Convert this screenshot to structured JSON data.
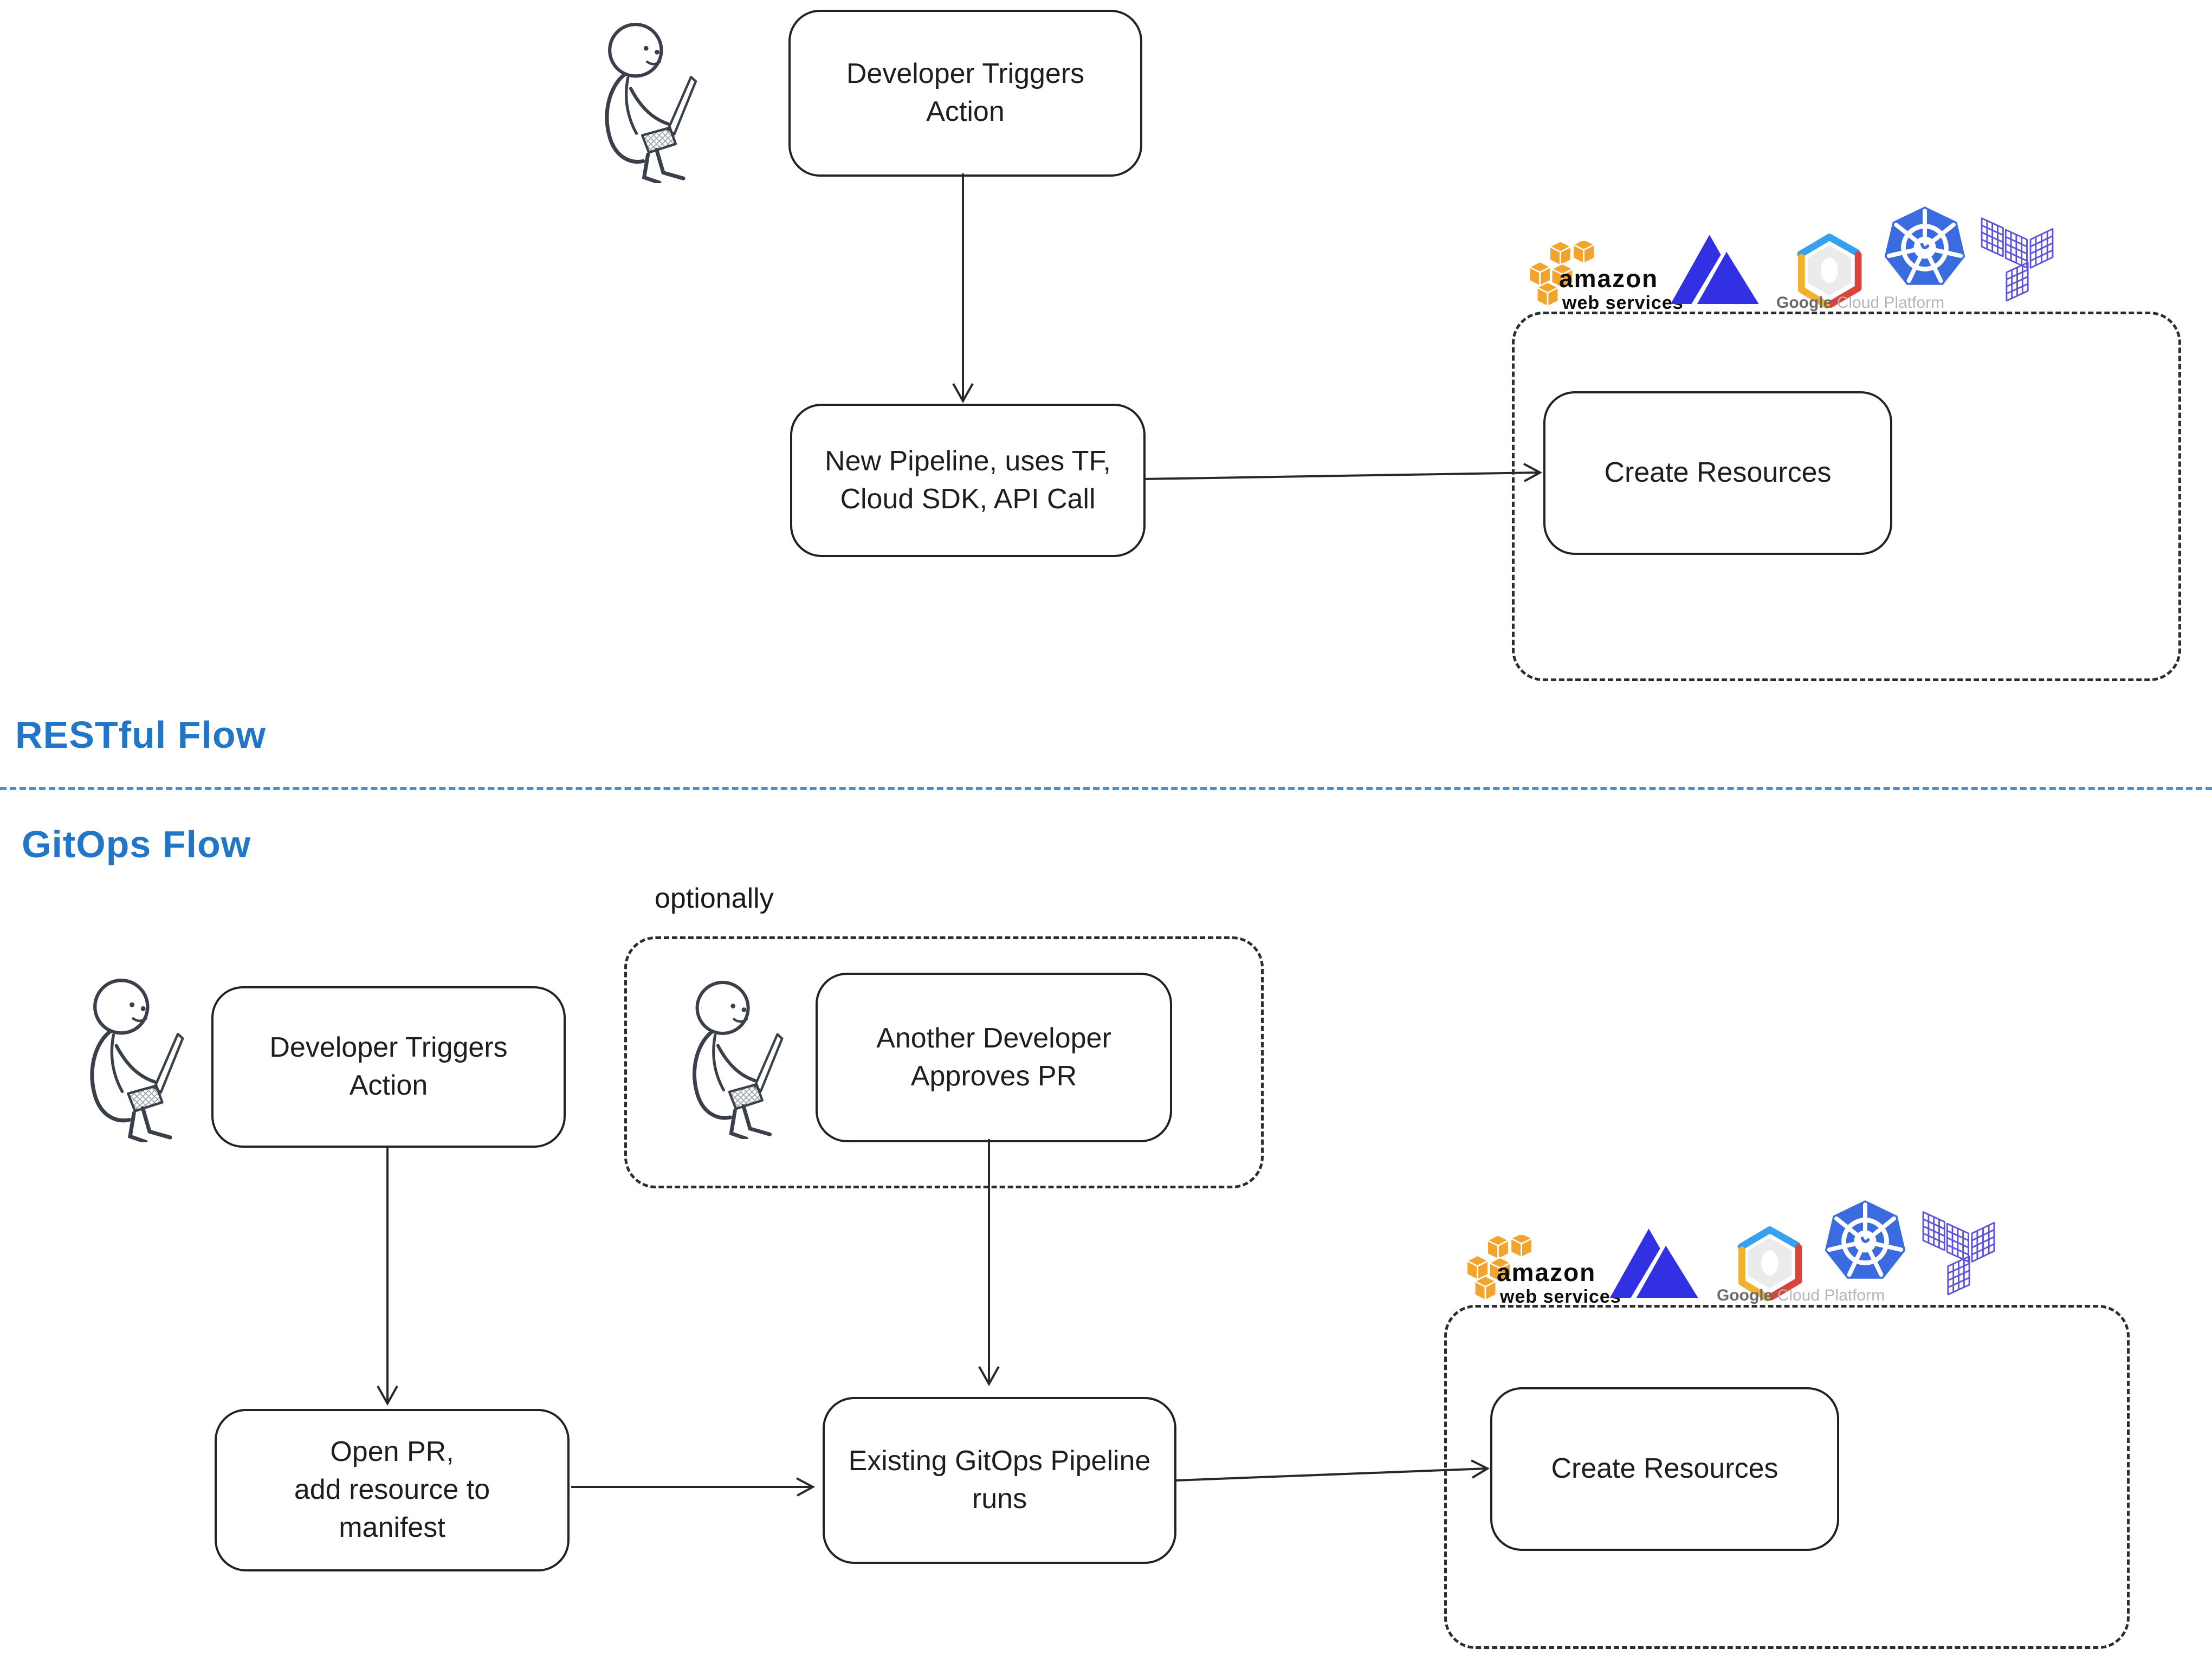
{
  "headings": {
    "restful": "RESTful Flow",
    "gitops": "GitOps Flow"
  },
  "restful_flow": {
    "developer_box": "Developer Triggers\nAction",
    "pipeline_box": "New Pipeline, uses TF,\nCloud SDK, API Call",
    "create_resources_box": "Create Resources"
  },
  "gitops_flow": {
    "optionally_label": "optionally",
    "approver_box": "Another Developer\nApproves PR",
    "developer_box": "Developer Triggers\nAction",
    "open_pr_box": "Open PR,\nadd resource to\nmanifest",
    "pipeline_box": "Existing GitOps Pipeline\nruns",
    "create_resources_box": "Create Resources"
  },
  "logos": {
    "aws": {
      "label": "amazon web services",
      "line1": "amazon",
      "line2": "web services"
    },
    "azure": {
      "label": "azure"
    },
    "gcp": {
      "label": "Google Cloud Platform",
      "brand": "Google",
      "suffix": "Cloud Platform"
    },
    "kubernetes": {
      "label": "kubernetes"
    },
    "terraform": {
      "label": "terraform"
    }
  },
  "colors": {
    "heading_blue": "#2176c7",
    "divider_blue": "#4b90cd",
    "stroke_dark": "#202228",
    "person_ink": "#3a4049",
    "aws_orange": "#f2a52c",
    "azure_blue": "#3230e3",
    "gcp_blue": "#38a0f0",
    "gcp_red": "#d8433c",
    "gcp_yellow": "#f2b12c",
    "gcp_inner": "#ebebeb",
    "kubernetes_blue": "#3a6bdf",
    "terraform_purple": "#5b50e0"
  }
}
